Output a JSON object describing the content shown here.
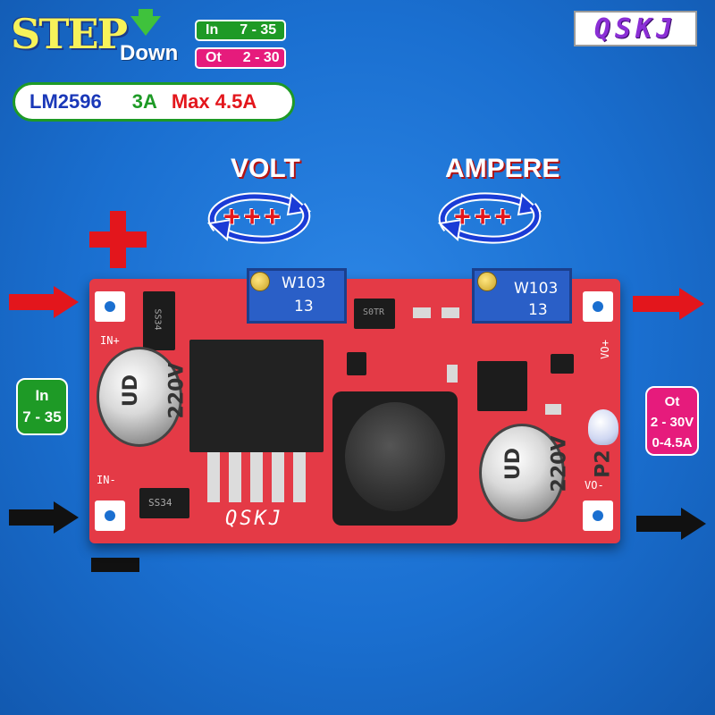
{
  "header": {
    "title_step": "STEP",
    "title_down": "Down",
    "input_badge": {
      "label": "In",
      "range": "7 - 35"
    },
    "output_badge": {
      "label": "Ot",
      "range": "2 - 30"
    },
    "spec": {
      "chip": "LM2596",
      "current": "3A",
      "max": "Max 4.5A"
    }
  },
  "logo": {
    "text": "QSKJ"
  },
  "knobs": {
    "volt_label": "VOLT",
    "ampere_label": "AMPERE",
    "adjust_symbol": "+++"
  },
  "side_labels": {
    "input": {
      "line1": "In",
      "line2": "7 - 35"
    },
    "output": {
      "line1": "Ot",
      "line2": "2 - 30V",
      "line3": "0-4.5A"
    }
  },
  "board": {
    "silk_in_plus": "IN+",
    "silk_in_minus": "IN-",
    "silk_vo_plus": "VO+",
    "silk_vo_minus": "VO-",
    "diode_top": "SS34",
    "diode_bottom": "SS34",
    "pot_code": "W103",
    "pot_turns": "13",
    "cap_text": "220V",
    "cap_series": "P2",
    "cap_brand": "UD",
    "brand_print": "QSKJ",
    "transistor_mark": "S0TR"
  },
  "colors": {
    "background": "#1a6fd0",
    "board": "#e43a46",
    "accent_red": "#e3161c",
    "accent_green": "#1e9a26",
    "accent_pink": "#e61b7c",
    "title_yellow": "#f7f25a"
  }
}
